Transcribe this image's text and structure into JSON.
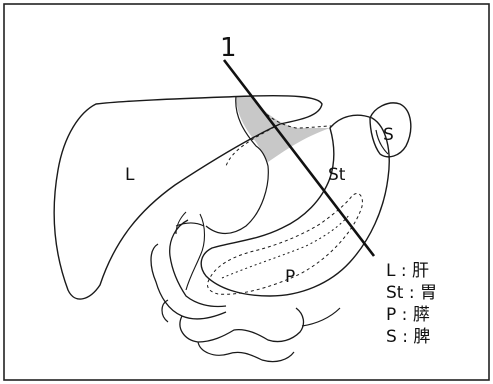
{
  "figure": {
    "line_label": "1",
    "organ_labels": {
      "liver": "L",
      "stomach": "St",
      "pancreas": "P",
      "spleen": "S"
    },
    "legend": [
      {
        "key": "L",
        "sep": " : ",
        "value": "肝"
      },
      {
        "key": "St",
        "sep": " : ",
        "value": "胃"
      },
      {
        "key": "P",
        "sep": " : ",
        "value": "膵"
      },
      {
        "key": "S",
        "sep": " : ",
        "value": "脾"
      }
    ],
    "colors": {
      "stroke": "#1a1a1a",
      "shade": "#c8c8c8",
      "border": "#222222"
    }
  }
}
